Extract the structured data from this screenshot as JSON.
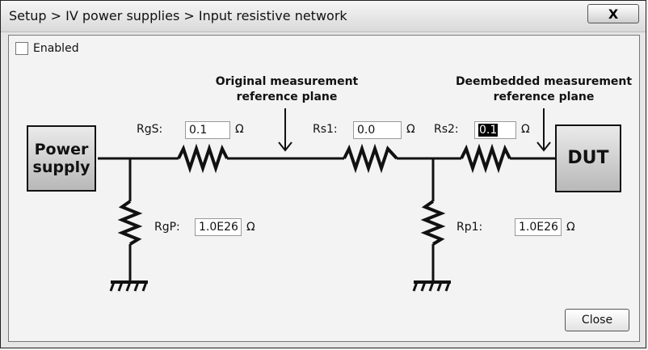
{
  "window": {
    "title": "Setup > IV power supplies > Input resistive network",
    "close_label": "X"
  },
  "enabled": {
    "label": "Enabled",
    "checked": false
  },
  "notes": {
    "original": "Original measurement reference plane",
    "deembedded": "Deembedded measurement reference plane"
  },
  "boxes": {
    "power_supply": "Power supply",
    "dut": "DUT"
  },
  "resistors": {
    "rgs": {
      "label": "RgS:",
      "value": "0.1",
      "unit": "Ω"
    },
    "rs1": {
      "label": "Rs1:",
      "value": "0.0",
      "unit": "Ω"
    },
    "rs2": {
      "label": "Rs2:",
      "value": "0.1",
      "unit": "Ω"
    },
    "rgp": {
      "label": "RgP:",
      "value": "1.0E26",
      "unit": "Ω"
    },
    "rp1": {
      "label": "Rp1:",
      "value": "1.0E26",
      "unit": "Ω"
    }
  },
  "buttons": {
    "close": "Close"
  }
}
